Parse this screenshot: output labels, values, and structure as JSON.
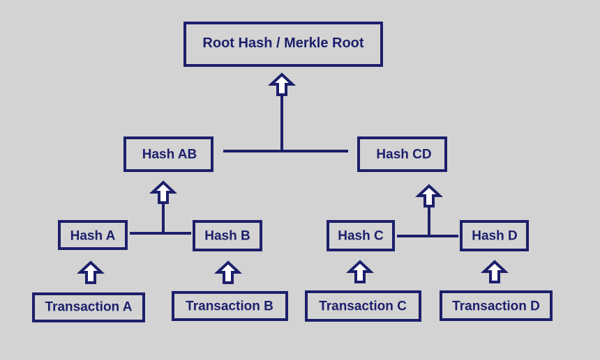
{
  "diagram": {
    "colors": {
      "background": "#d3d3d3",
      "stroke": "#1c1f6b",
      "text": "#1c1f6b",
      "arrow_fill": "#ffffff"
    },
    "nodes": {
      "root": "Root Hash / Merkle Root",
      "hash_ab": "Hash AB",
      "hash_cd": "Hash CD",
      "hash_a": "Hash A",
      "hash_b": "Hash B",
      "hash_c": "Hash C",
      "hash_d": "Hash D",
      "tx_a": "Transaction A",
      "tx_b": "Transaction B",
      "tx_c": "Transaction C",
      "tx_d": "Transaction D"
    }
  }
}
